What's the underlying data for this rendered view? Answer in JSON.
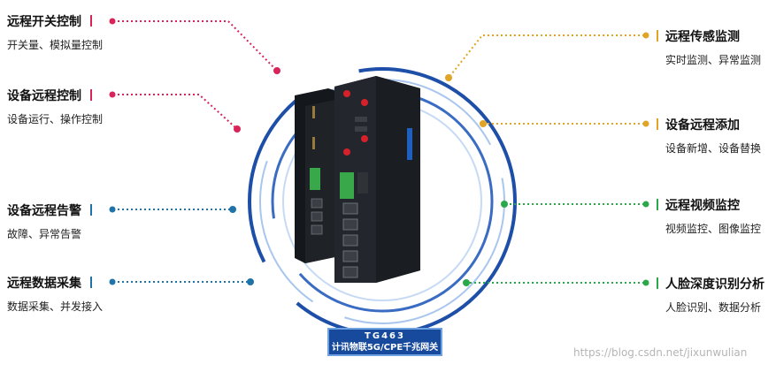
{
  "features_left": [
    {
      "title": "远程开关控制",
      "subtitle": "开关量、模拟量控制",
      "color": "#d9245a"
    },
    {
      "title": "设备远程控制",
      "subtitle": "设备运行、操作控制",
      "color": "#d9245a"
    },
    {
      "title": "设备远程告警",
      "subtitle": "故障、异常告警",
      "color": "#1f73a8"
    },
    {
      "title": "远程数据采集",
      "subtitle": "数据采集、并发接入",
      "color": "#1f73a8"
    }
  ],
  "features_right": [
    {
      "title": "远程传感监测",
      "subtitle": "实时监测、异常监测",
      "color": "#e0a526"
    },
    {
      "title": "设备远程添加",
      "subtitle": "设备新增、设备替换",
      "color": "#e0a526"
    },
    {
      "title": "远程视频监控",
      "subtitle": "视频监控、图像监控",
      "color": "#2aa84a"
    },
    {
      "title": "人脸深度识别分析",
      "subtitle": "人脸识别、数据分析",
      "color": "#2aa84a"
    }
  ],
  "product": {
    "model": "TG463",
    "name": "计讯物联5G/CPE千兆网关"
  },
  "watermark": "https://blog.csdn.net/jixunwulian",
  "colors": {
    "ring_dark": "#1d4fa8",
    "ring_light": "#a9c6ee",
    "device": "#1a1d22"
  }
}
